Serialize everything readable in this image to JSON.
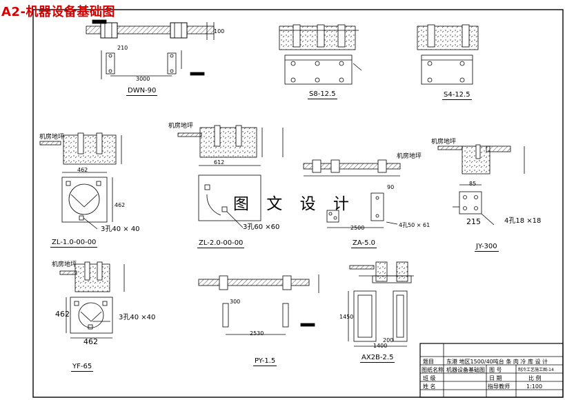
{
  "banner": "A2-机器设备基础图",
  "watermark": "图 文 设 计",
  "captions": {
    "dwn90": "DWN-90",
    "s8": "S8-12.5",
    "s4": "S4-12.5",
    "zl10": "ZL-1.0-00-00",
    "zl20": "ZL-2.0-00-00",
    "za50": "ZA-5.0",
    "jy300": "JY-300",
    "yf65": "YF-65",
    "py15": "PY-1.5",
    "ax2b": "AX2B-2.5"
  },
  "floor_labels": {
    "zl10": "机房地坪",
    "zl20": "机房地坪",
    "za50": "机房地坪",
    "jy300": "机房地坪",
    "yf65": "机房地坪"
  },
  "hole_notes": {
    "zl10": "3孔40 × 40",
    "zl20": "3孔60 ×60",
    "yf65": "3孔40 ×40",
    "jy300": "4孔18 ×18",
    "za50": "4孔50 × 61"
  },
  "dimensions": {
    "dwn_span": "3000",
    "dwn_a": "210",
    "dwn_h": "100",
    "zl10_w": "462",
    "zl10_h": "462",
    "zl20_w": "612",
    "za_span": "2500",
    "za_h": "90",
    "jy_215": "215",
    "jy_85": "85",
    "yf_w": "462",
    "yf_h": "462",
    "py_span": "2530",
    "py_w": "300",
    "ax_w": "1400",
    "ax_h": "1450",
    "ax_b": "200"
  },
  "title_block": {
    "row1_label": "题目",
    "row1_value": "东港 地区1500/40吨台 条 肉 冷 库 设 计",
    "row2_label": "图纸名称",
    "row2_value": "机器设备基础图",
    "row2_mid": "图 号",
    "row2_right": "制冷工艺施工图-14",
    "row3_label": "班 级",
    "row3_mid": "日 期",
    "row3_right": "比 例",
    "row4_label": "姓 名",
    "row4_mid": "指导教师",
    "row4_right": "1:100"
  },
  "colors": {
    "banner": "#d40000",
    "ink": "#000000",
    "hatch": "#555555"
  }
}
